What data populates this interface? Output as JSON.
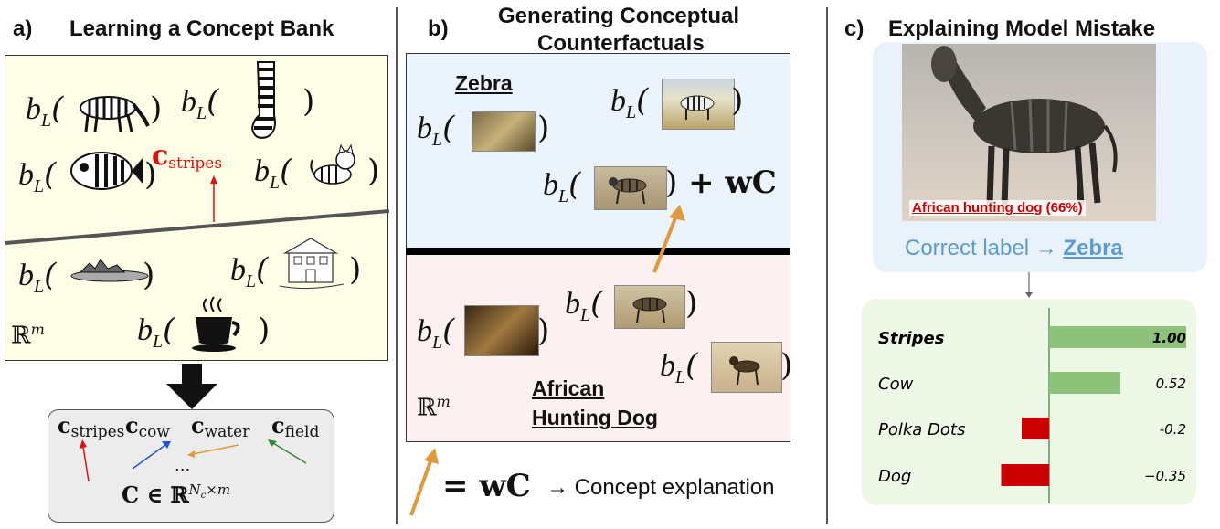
{
  "panel_a": {
    "tag": "a)",
    "title": "Learning a Concept Bank",
    "space_label": "ℝ",
    "space_sup": "m",
    "c_stripes": "c",
    "c_stripes_sub": "stripes",
    "bank": {
      "c": "c",
      "subs": [
        "stripes",
        "cow",
        "water",
        "field"
      ],
      "dots": "...",
      "formula_main": "C ∈ ℝ",
      "formula_sup": "N",
      "formula_sup_sub": "c",
      "formula_sup_tail": "×m"
    }
  },
  "panel_b": {
    "tag": "b)",
    "title_line1": "Generating Conceptual",
    "title_line2": "Counterfactuals",
    "zebra_label": "Zebra",
    "dog_label_line1": "African",
    "dog_label_line2": "Hunting Dog",
    "space_label": "ℝ",
    "space_sup": "m",
    "plus_wc": "+ wC",
    "legend_eq": "= wC",
    "legend_text": "→ Concept explanation"
  },
  "panel_c": {
    "tag": "c)",
    "title": "Explaining Model Mistake",
    "prediction": "African hunting dog",
    "prediction_pct": "(66%)",
    "correct_prefix": "Correct label →",
    "correct_label": "Zebra"
  },
  "b_L": "b",
  "b_L_sub": "L",
  "colors": {
    "red_arrow": "#dd1111",
    "blue_arrow": "#2255cc",
    "orange_arrow": "#e09a3a",
    "green_arrow": "#338833",
    "bar_pos": "#8cc27a",
    "bar_neg": "#cc0000",
    "correct_label": "#5b9bd5"
  },
  "chart_data": {
    "type": "bar",
    "orientation": "horizontal",
    "categories": [
      "Stripes",
      "Cow",
      "Polka Dots",
      "Dog"
    ],
    "values": [
      1.0,
      0.52,
      -0.2,
      -0.35
    ],
    "value_labels": [
      "1.00",
      "0.52",
      "-0.2",
      "−0.35"
    ],
    "xlim": [
      -0.35,
      1.0
    ]
  }
}
